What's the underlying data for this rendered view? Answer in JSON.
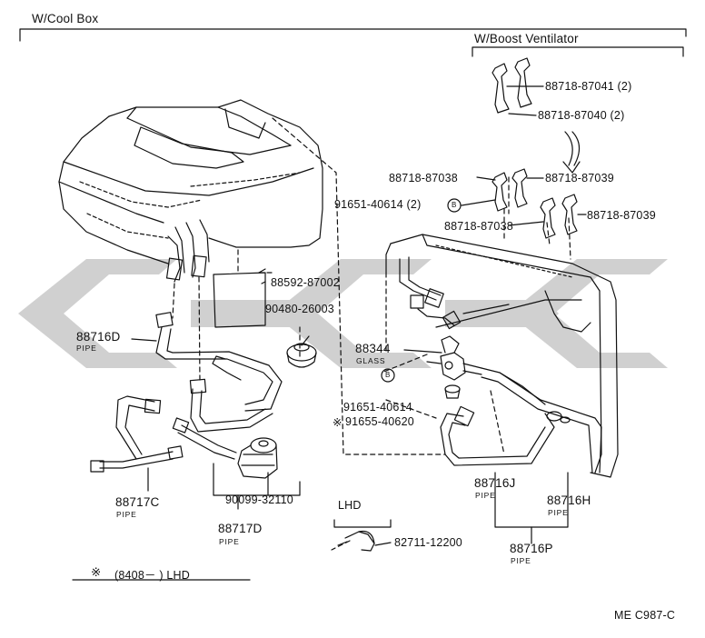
{
  "title": "W/Cool Box",
  "boost_group": "W/Boost Ventilator",
  "lhd_group": "LHD",
  "parts": {
    "p87041": "88718-87041 (2)",
    "p87040": "88718-87040 (2)",
    "p87038a": "88718-87038",
    "p87039a": "88718-87039",
    "p40614x2": "91651-40614 (2)",
    "p87038b": "88718-87038",
    "p87039b": "88718-87039",
    "p87002": "88592-87002",
    "p26003": "90480-26003",
    "p716d": "88716D",
    "p88344": "88344",
    "p40614": "91651-40614",
    "p40620": "91655-40620",
    "p717c": "88717C",
    "p32110": "90099-32110",
    "p717d": "88717D",
    "p716j": "88716J",
    "p716h": "88716H",
    "p716p": "88716P",
    "p12200": "82711-12200"
  },
  "subs": {
    "pipe": "PIPE",
    "glass": "GLASS"
  },
  "markers": {
    "b_circle": "B",
    "star": "※"
  },
  "note": {
    "symbol": "※",
    "text": "(8408－      ) LHD"
  },
  "code": "ME C987-C",
  "colors": {
    "line": "#111111",
    "watermark": "#c8c8c8"
  }
}
